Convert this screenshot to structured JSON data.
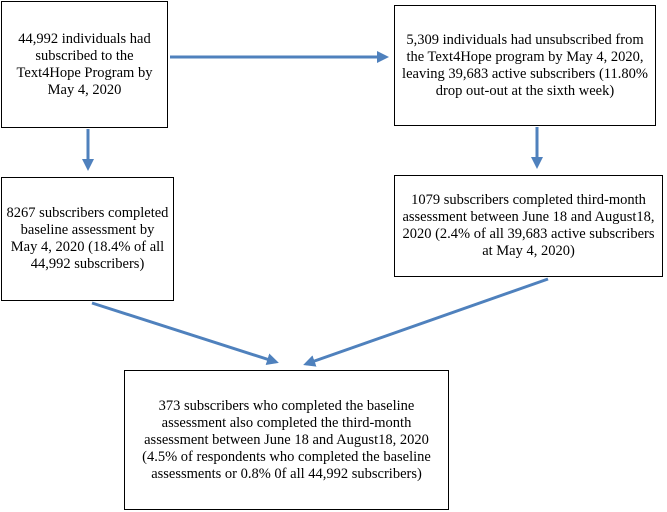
{
  "flowchart": {
    "boxes": {
      "subscribed": "44,992 individuals had subscribed to the Text4Hope Program by May 4, 2020",
      "unsubscribed": "5,309 individuals had unsubscribed from the Text4Hope program by May 4, 2020, leaving 39,683 active subscribers (11.80% drop out-out at the sixth week)",
      "baseline": "8267 subscribers completed baseline assessment by May 4, 2020 (18.4% of all 44,992 subscribers)",
      "third_month": "1079 subscribers completed third-month assessment between June 18 and August18, 2020 (2.4% of all 39,683 active subscribers at May 4, 2020)",
      "both": "373 subscribers who completed the baseline assessment also completed the third-month assessment between June 18 and August18, 2020 (4.5% of respondents who completed the baseline assessments or 0.8% 0f all 44,992 subscribers)"
    },
    "colors": {
      "arrow": "#4f81bd",
      "border": "#000000",
      "background": "#ffffff"
    }
  }
}
